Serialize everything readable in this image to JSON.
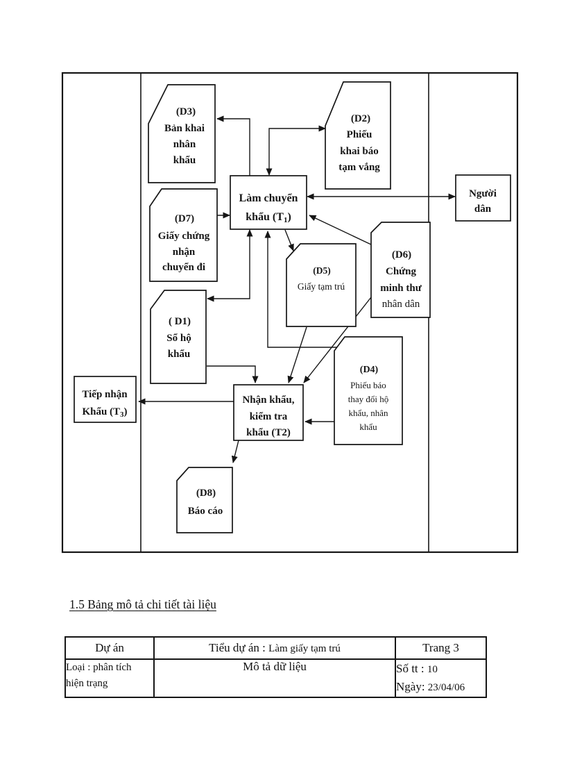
{
  "page": {
    "heading": "1.5 Bảng mô tả chi tiết tài liệu"
  },
  "diagram": {
    "documents": {
      "d3": {
        "code": "(D3)",
        "lines": [
          "Bản khai",
          "nhân",
          "khẩu"
        ]
      },
      "d2": {
        "code": "(D2)",
        "lines": [
          "Phiếu",
          "khai báo",
          "tạm vắng"
        ]
      },
      "d7": {
        "code": "(D7)",
        "lines": [
          "Giấy chứng",
          "nhận",
          "chuyển đi"
        ]
      },
      "d5": {
        "code": "(D5)",
        "lines": [
          "Giấy tạm trú"
        ]
      },
      "d6": {
        "code": "(D6)",
        "lines": [
          "Chứng",
          "minh thư",
          "nhân dân"
        ]
      },
      "d1": {
        "code": "( D1)",
        "lines": [
          "Sổ hộ",
          "khẩu"
        ]
      },
      "d4": {
        "code": "(D4)",
        "lines": [
          "Phiếu báo",
          "thay đổi hộ",
          "khẩu, nhân",
          "khẩu"
        ]
      },
      "d8": {
        "code": "(D8)",
        "lines": [
          "Báo cáo"
        ]
      }
    },
    "processes": {
      "t1": {
        "line1": "Làm chuyển",
        "line2_pre": "khẩu (T",
        "line2_sub": "1",
        "line2_post": ")"
      },
      "t2": {
        "lines": [
          "Nhận khẩu,",
          "kiểm tra",
          "khẩu (T2)"
        ]
      },
      "t3": {
        "line1": "Tiếp nhận",
        "line2_pre": "Khẩu (T",
        "line2_sub": "3",
        "line2_post": ")"
      }
    },
    "external_entity": {
      "lines": [
        "Người",
        "dân"
      ]
    }
  },
  "table": {
    "row1": {
      "project_label": "Dự án",
      "subproject_label": "Tiểu dự án :",
      "subproject_value": "Làm giấy tạm trú",
      "page_label": "Trang 3"
    },
    "row2": {
      "type_lines": [
        "Loại : phân tích",
        "hiện trạng"
      ],
      "title": "Mô tả dữ liệu",
      "seq_label": "Số tt :",
      "seq_value": "10",
      "date_label": "Ngày:",
      "date_value": "23/04/06"
    }
  }
}
